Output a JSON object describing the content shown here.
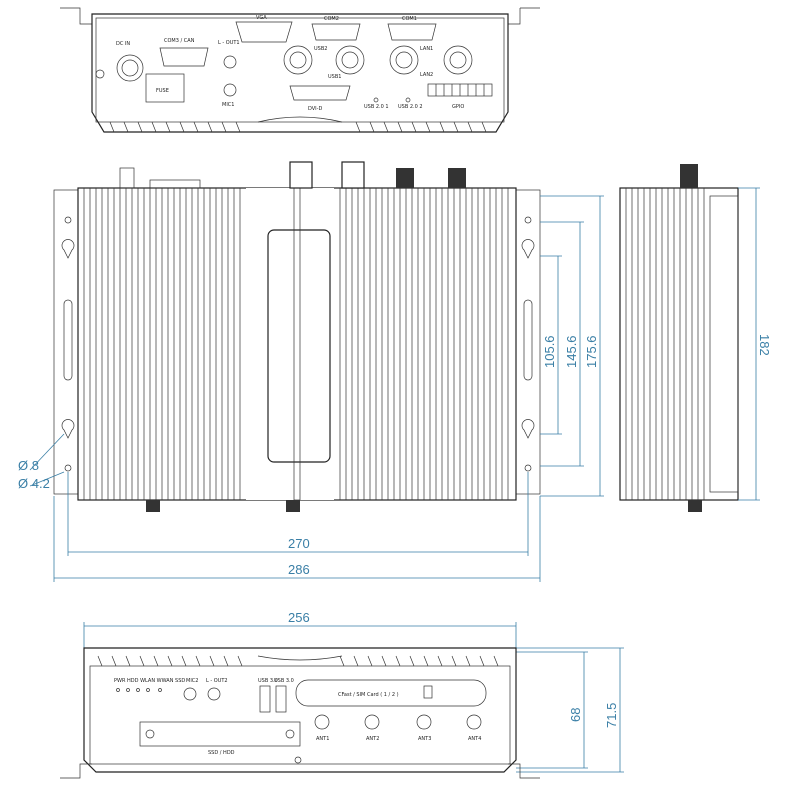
{
  "top_view": {
    "labels": {
      "vga": "VGA",
      "com2": "COM2",
      "com1": "COM1",
      "com3_can": "COM3 / CAN",
      "dc_in": "DC IN",
      "l_out1": "L - OUT1",
      "usb2": "USB2",
      "usb1": "USB1",
      "lan1": "LAN1",
      "lan2": "LAN2",
      "fuse": "FUSE",
      "mic1": "MIC1",
      "dvi_d": "DVI-D",
      "usb_2_0_1": "USB 2.0 1",
      "usb_2_0_2": "USB 2.0 2",
      "gpio": "GPIO"
    }
  },
  "dimensions": {
    "d270": "270",
    "d286": "286",
    "d105_6": "105.6",
    "d145_6": "145.6",
    "d175_6": "175.6",
    "d182": "182",
    "phi8": "Ø 8",
    "phi4_2": "Ø 4.2",
    "d256": "256",
    "d68": "68",
    "d71_5": "71.5"
  },
  "front_view": {
    "labels": {
      "leds": "PWR HDD WLAN WWAN SSD",
      "mic2": "MIC2",
      "l_out2": "L - OUT2",
      "usb_3_0_a": "USB 3.0",
      "usb_3_0_b": "USB 3.0",
      "cfast_sim": "CFast / SIM Card ( 1 / 2 )",
      "ant1": "ANT1",
      "ant2": "ANT2",
      "ant3": "ANT3",
      "ant4": "ANT4",
      "ssd_hdd": "SSD / HDD"
    }
  }
}
